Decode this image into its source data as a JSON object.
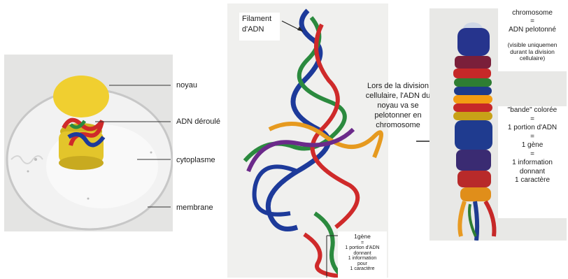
{
  "panel1": {
    "labels": {
      "noyau": "noyau",
      "adn": "ADN déroulé",
      "cytoplasme": "cytoplasme",
      "membrane": "membrane"
    }
  },
  "panel2": {
    "filament_line1": "Filament",
    "filament_line2": "d'ADN",
    "gene_box": [
      "1gène",
      "=",
      "1 portion d'ADN",
      "donnant",
      "1 information",
      "pour",
      "1 caractère"
    ]
  },
  "middle_text": [
    "Lors de la division",
    "cellulaire, l'ADN du",
    "noyau va se",
    "pelotonner en",
    "chromosome"
  ],
  "panel3": {
    "top": [
      "chromosome",
      "=",
      "ADN pelotonné"
    ],
    "note": [
      "(visible uniquemen",
      "durant la division",
      "cellulaire)"
    ],
    "band": [
      "\"bande\" colorée",
      "=",
      "1 portion d'ADN",
      "=",
      "1 gène",
      "=",
      "1 information",
      "donnant",
      "1 caractère"
    ]
  }
}
